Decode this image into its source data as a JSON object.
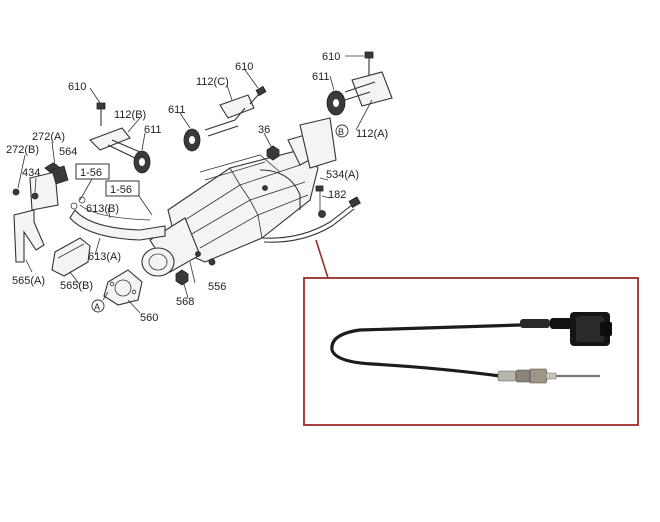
{
  "diagram": {
    "labels": {
      "l610a": "610",
      "l610b": "610",
      "l610c": "610",
      "l112b": "112(B)",
      "l112c": "112(C)",
      "l112a": "112(A)",
      "l611a": "611",
      "l611b": "611",
      "l611c": "611",
      "l272a": "272(A)",
      "l272b": "272(B)",
      "l564": "564",
      "l434": "434",
      "l36": "36",
      "l534a": "534(A)",
      "l182": "182",
      "l613b": "613(B)",
      "l613a": "613(A)",
      "l565a": "565(A)",
      "l565b": "565(B)",
      "l556": "556",
      "l568": "568",
      "l560": "560",
      "ref1": "1-56",
      "ref2": "1-56",
      "markA": "A",
      "markB": "B"
    },
    "colors": {
      "inset_frame": "#9b2c2c",
      "line": "#333333"
    }
  }
}
